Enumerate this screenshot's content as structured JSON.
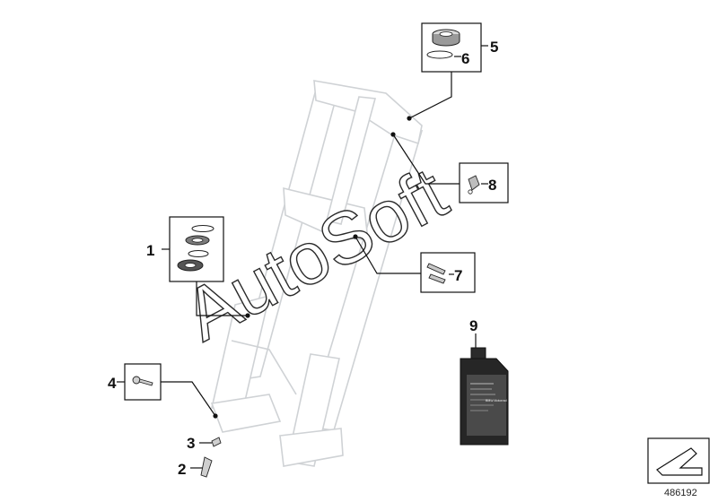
{
  "diagram": {
    "callouts": {
      "c1": "1",
      "c2": "2",
      "c3": "3",
      "c4": "4",
      "c5": "5",
      "c6": "6",
      "c7": "7",
      "c8": "8",
      "c9": "9"
    },
    "watermark": "AutoSoft",
    "part_id": "486192",
    "bottle_label": "BMW Motorrad"
  }
}
